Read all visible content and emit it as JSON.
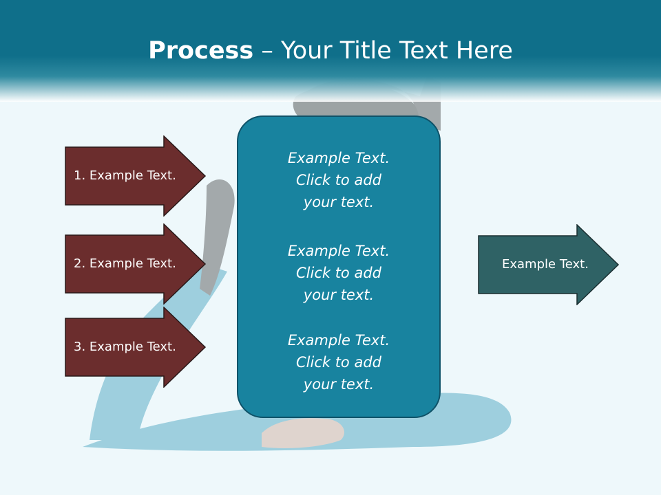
{
  "header": {
    "title_bold": "Process",
    "title_rest": " – Your Title Text Here"
  },
  "left_arrows": [
    {
      "label": "1. Example Text."
    },
    {
      "label": "2. Example Text."
    },
    {
      "label": "3. Example Text."
    }
  ],
  "center_box": {
    "items": [
      {
        "lines": [
          "Example Text.",
          "Click  to add",
          "your text."
        ]
      },
      {
        "lines": [
          "Example Text.",
          "Click  to add",
          "your text."
        ]
      },
      {
        "lines": [
          "Example Text.",
          "Click  to add",
          "your text."
        ]
      }
    ]
  },
  "right_arrow": {
    "label": "Example Text."
  },
  "colors": {
    "header": "#0f6f8a",
    "left_arrow_fill": "#6b2d2d",
    "center_box_fill": "#18839f",
    "right_arrow_fill": "#2f6265",
    "background": "#eef8fb"
  }
}
